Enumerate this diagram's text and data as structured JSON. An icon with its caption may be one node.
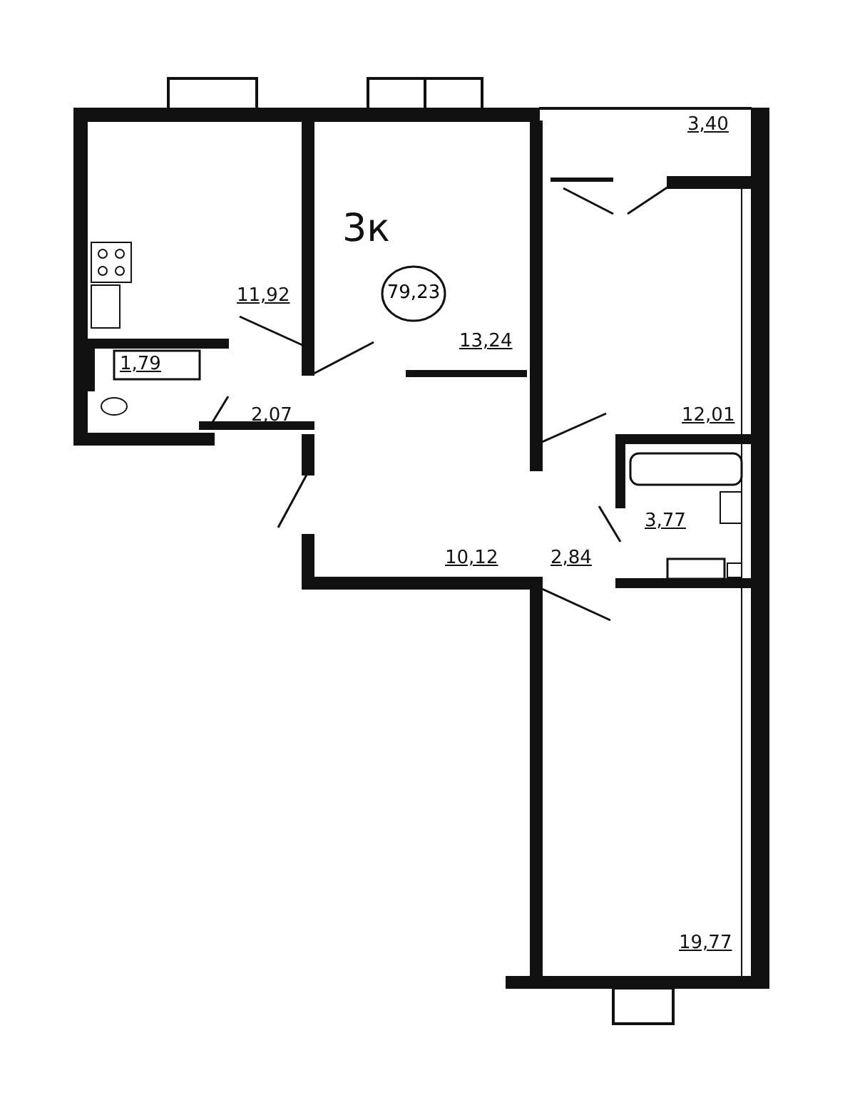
{
  "diagram": {
    "nodes": [
      {
        "text": [
          "79,23"
        ]
      }
    ],
    "labels": [
      "3,40",
      "3к",
      "11,92",
      "13,24",
      "1,79",
      "2,07",
      "12,01",
      "3,77",
      "10,12",
      "2,84",
      "19,77"
    ]
  }
}
